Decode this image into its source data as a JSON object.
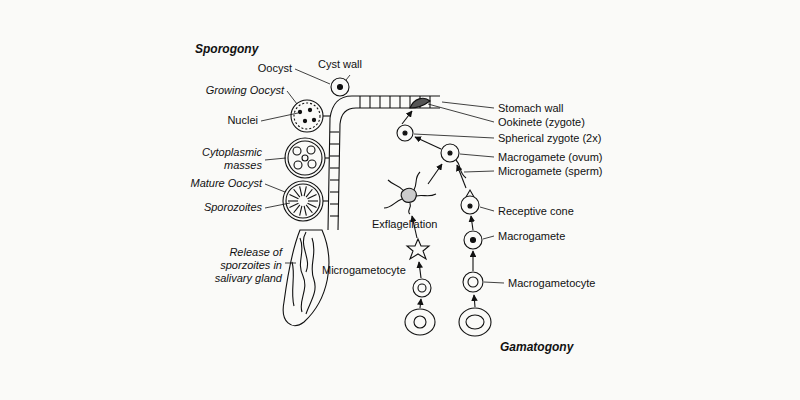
{
  "diagram": {
    "labels": [
      "Sporogony",
      "Oocyst",
      "Cyst wall",
      "Growing Oocyst",
      "Nuclei",
      "Cytoplasmic masses",
      "Mature Oocyst",
      "Sporozoites",
      "Release of sporzoites in salivary gland",
      "Stomach wall",
      "Ookinete (zygote)",
      "Spherical zygote (2x)",
      "Macrogamete (ovum)",
      "Microgamete (sperm)",
      "Exflagellation",
      "Receptive cone",
      "Macrogamete",
      "Microgametocyte",
      "Macrogametocyte",
      "Gamatogony"
    ]
  }
}
